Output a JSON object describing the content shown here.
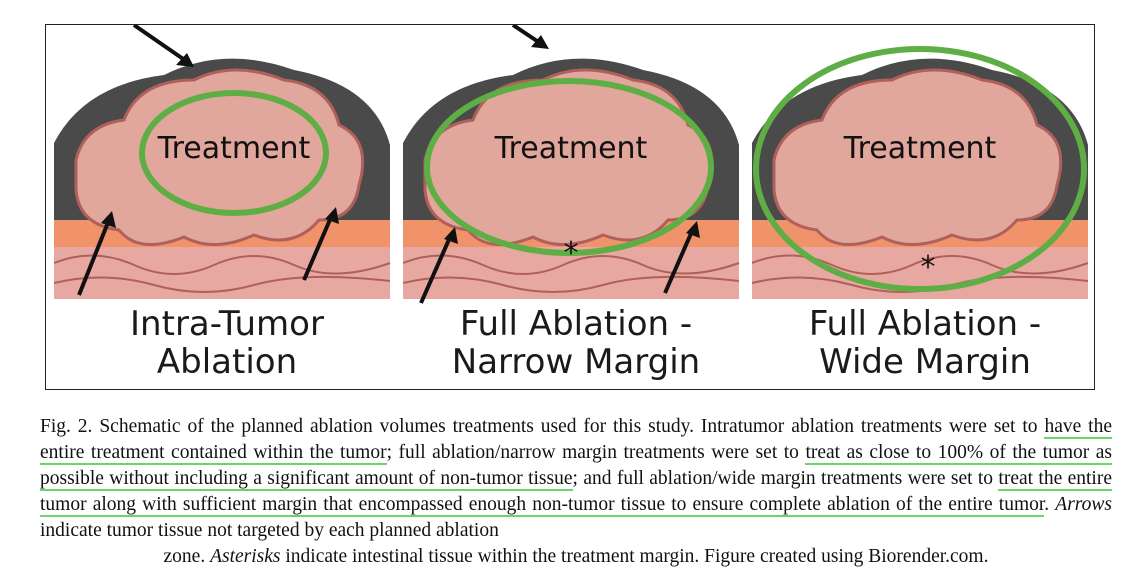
{
  "panels": [
    {
      "treatment_label": "Treatment",
      "title_line1": "Intra-Tumor",
      "title_line2": "Ablation"
    },
    {
      "treatment_label": "Treatment",
      "title_line1": "Full Ablation -",
      "title_line2": "Narrow Margin",
      "asterisk": "*"
    },
    {
      "treatment_label": "Treatment",
      "title_line1": "Full Ablation -",
      "title_line2": "Wide Margin",
      "asterisk": "*"
    }
  ],
  "caption": {
    "lead": "Fig. 2.  Schematic of the planned ablation volumes treatments used for this study. Intratumor ablation treatments were set to ",
    "hl1": "have the entire treatment contained within the tumor",
    "mid1": "; full ablation/narrow margin treatments were set to ",
    "hl2": "treat as close to 100% of the tumor as possible without including a significant amount of non-tumor tissue",
    "mid2": "; and full ablation/wide margin treatments were set to ",
    "hl3": "treat the entire tumor along with sufficient margin that encompassed enough non-tumor tissue to ensure complete ablation of the entire tumor",
    "mid3": ". ",
    "arrows_em": "Arrows",
    "arrows_text": " indicate tumor tissue not targeted by each planned ablation",
    "tail_pre": "zone. ",
    "asterisks_em": "Asterisks",
    "tail_text": " indicate intestinal tissue within the treatment margin. Figure created using Biorender.com."
  },
  "colors": {
    "dark_skin": "#4a4a4a",
    "tumor": "#e2a79c",
    "tumor_edge": "#b0605a",
    "fat_layer": "#f0936a",
    "intestine": "#e8a8a2",
    "treatment_ring": "#5fae45"
  }
}
